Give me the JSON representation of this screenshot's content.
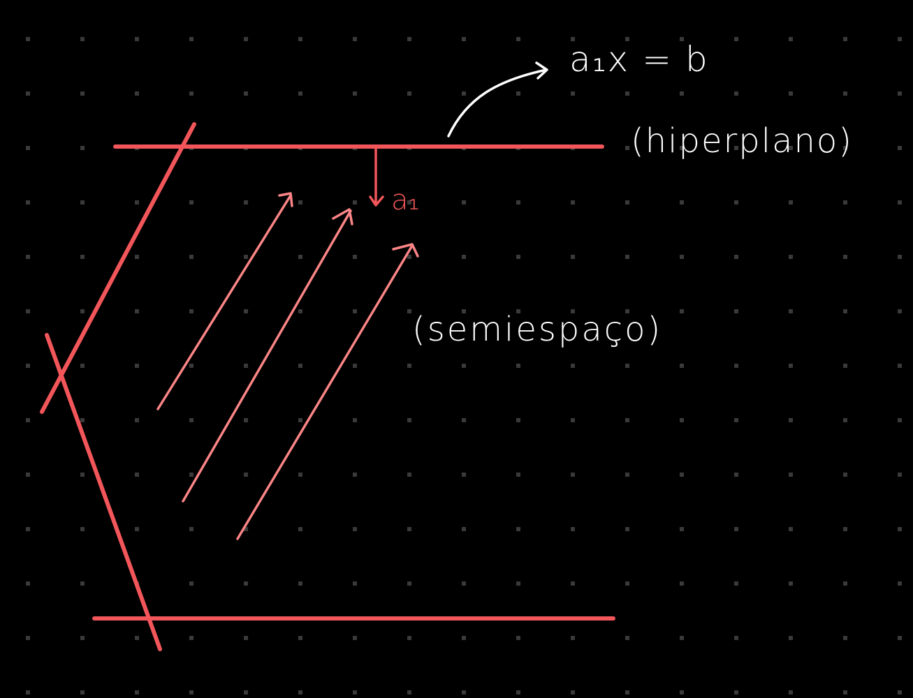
{
  "labels": {
    "equation": "a₁x = b",
    "hyperplane": "(hiperplano)",
    "halfspace": "(semiespaço)",
    "normal_vector": "a₁"
  },
  "colors": {
    "background": "#000000",
    "grid_dot": "#3a3a3a",
    "boundary_line": "#f2565a",
    "shading_arrow": "#fb8586",
    "normal_vector": "#f2565a",
    "annotation": "#ffffff"
  }
}
